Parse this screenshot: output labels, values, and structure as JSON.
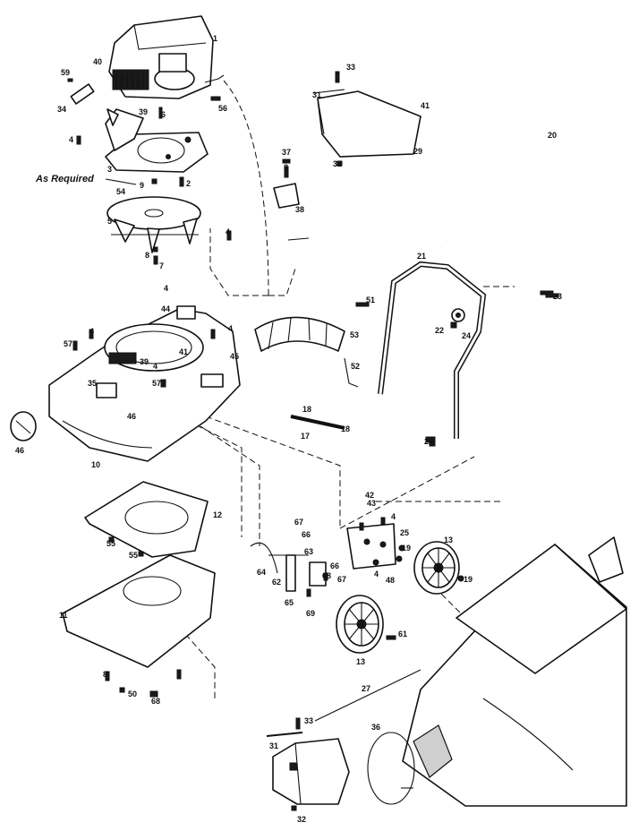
{
  "note": "As Required",
  "callouts": {
    "c1": "1",
    "c2": "2",
    "c3": "3",
    "c4a": "4",
    "c4b": "4",
    "c4c": "4",
    "c4d": "4",
    "c4e": "4",
    "c4f": "4",
    "c4g": "4",
    "c4h": "4",
    "c5": "5",
    "c6": "6",
    "c7": "7",
    "c8a": "8",
    "c8b": "8",
    "c8c": "8",
    "c9": "9",
    "c10": "10",
    "c11": "11",
    "c12": "12",
    "c13a": "13",
    "c13b": "13",
    "c17": "17",
    "c18a": "18",
    "c18b": "18",
    "c19a": "19",
    "c19b": "19",
    "c20": "20",
    "c21": "21",
    "c22": "22",
    "c23": "23",
    "c24": "24",
    "c25": "25",
    "c26": "26",
    "c27": "27",
    "c29": "29",
    "c31a": "31",
    "c31b": "31",
    "c32a": "32",
    "c32b": "32",
    "c33a": "33",
    "c33b": "33",
    "c34": "34",
    "c35": "35",
    "c36": "36",
    "c37": "37",
    "c38": "38",
    "c39a": "39",
    "c39b": "39",
    "c40": "40",
    "c41a": "41",
    "c41b": "41",
    "c42": "42",
    "c43": "43",
    "c44": "44",
    "c45": "45",
    "c46a": "46",
    "c46b": "46",
    "c48": "48",
    "c50": "50",
    "c51": "51",
    "c52": "52",
    "c53": "53",
    "c54": "54",
    "c55a": "55",
    "c55b": "55",
    "c56": "56",
    "c57a": "57",
    "c57b": "57",
    "c59": "59",
    "c61": "61",
    "c62": "62",
    "c63": "63",
    "c64": "64",
    "c65": "65",
    "c66a": "66",
    "c66b": "66",
    "c67a": "67",
    "c67b": "67",
    "c68a": "68",
    "c68b": "68",
    "c69": "69"
  }
}
